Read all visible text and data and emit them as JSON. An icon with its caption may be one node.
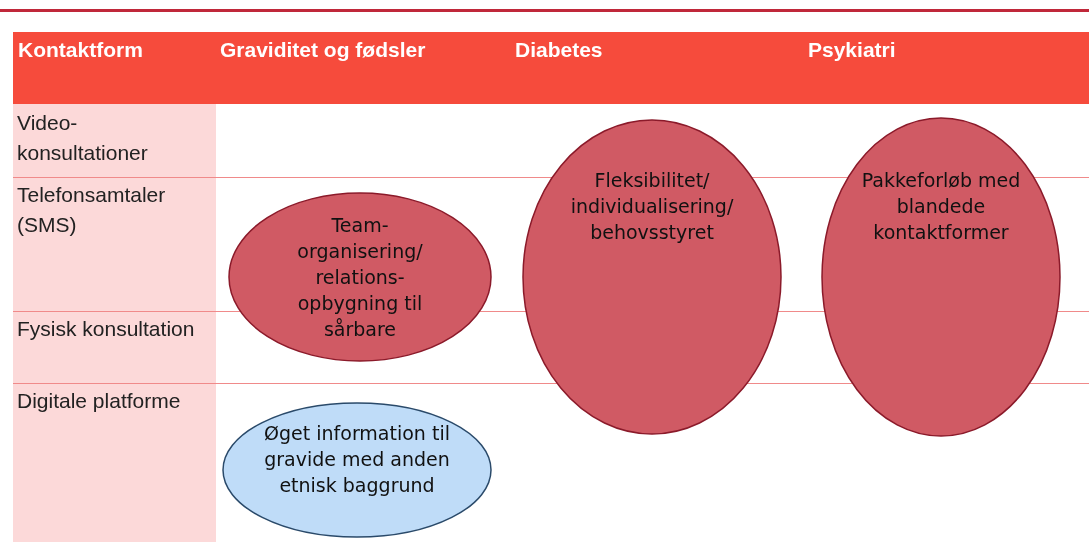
{
  "diagram": {
    "nodes": [
      {
        "text": [
          "Team- organisering/ relations- opbygning til sårbare"
        ]
      },
      {
        "text": [
          "Øget information til gravide med anden etnisk baggrund"
        ]
      },
      {
        "text": [
          "Fleksibilitet/ individualisering/ behovsstyret"
        ]
      },
      {
        "text": [
          "Pakkeforløb med blandede kontaktformer"
        ]
      }
    ],
    "edges": [],
    "labels": [
      "Kontaktform",
      "Graviditet og fødsler",
      "Diabetes",
      "Psykiatri",
      "Video- konsultationer",
      "Telefonsamtaler (SMS)",
      "Fysisk konsultation",
      "Digitale platforme"
    ]
  }
}
